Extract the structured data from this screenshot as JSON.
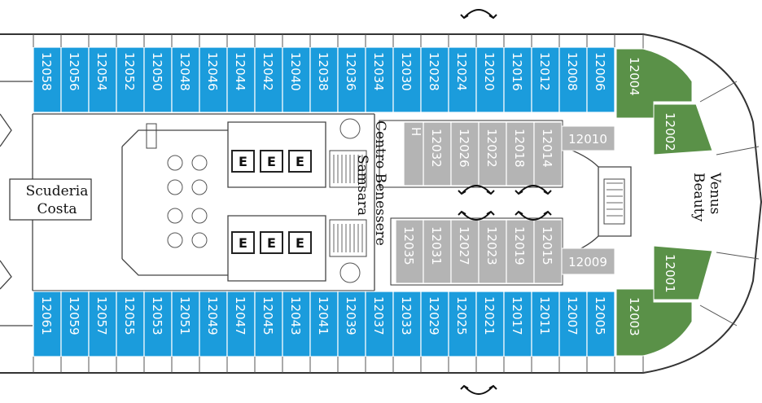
{
  "colors": {
    "blue_cabin": "#1b9cdc",
    "grey_cabin": "#b4b4b4",
    "green_cabin": "#5a9148",
    "outline": "#333333",
    "cabin_text_light": "#ffffff",
    "cabin_text_dark": "#ffffff"
  },
  "cabins": {
    "top_row": [
      "12058",
      "12056",
      "12054",
      "12052",
      "12050",
      "12048",
      "12046",
      "12044",
      "12042",
      "12040",
      "12038",
      "12036",
      "12034",
      "12030",
      "12028",
      "12024",
      "12020",
      "12016",
      "12012",
      "12008",
      "12006"
    ],
    "bottom_row": [
      "12061",
      "12059",
      "12057",
      "12055",
      "12053",
      "12051",
      "12049",
      "12047",
      "12045",
      "12043",
      "12041",
      "12039",
      "12037",
      "12033",
      "12029",
      "12025",
      "12021",
      "12017",
      "12011",
      "12007",
      "12005"
    ],
    "spa_upper": [
      "12032",
      "12026",
      "12022",
      "12018",
      "12014"
    ],
    "spa_lower": [
      "12035",
      "12031",
      "12027",
      "12023",
      "12019",
      "12015"
    ],
    "spa_upper_end": "12010",
    "spa_lower_end": "12009",
    "green": [
      "12004",
      "12002",
      "12001",
      "12003"
    ]
  },
  "labels": {
    "scuderia": [
      "Scuderia",
      "Costa"
    ],
    "spa": [
      "Centro Benessere",
      "Samsara"
    ],
    "beauty": [
      "Venus",
      "Beauty"
    ],
    "elevator": "E",
    "handicap": "H"
  },
  "icons": [
    "arrow-swap-icon",
    "elevator-icon",
    "stairs-icon"
  ]
}
